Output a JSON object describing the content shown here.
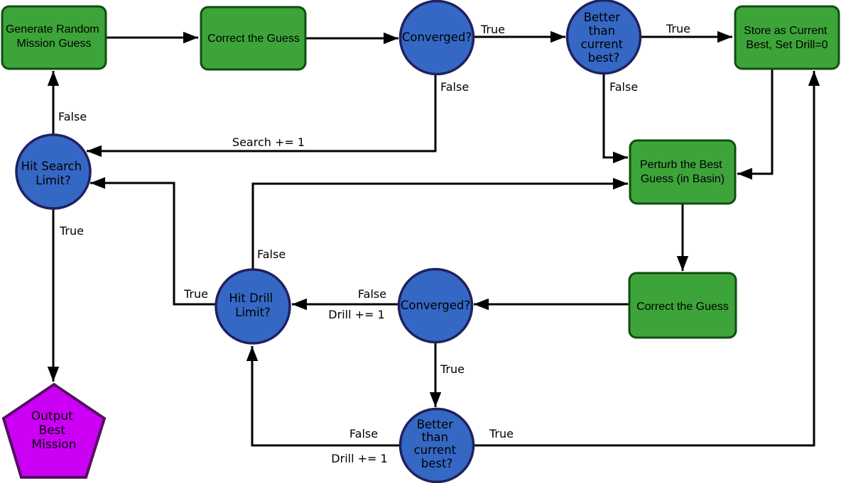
{
  "colors": {
    "background": "#FFFFFF",
    "process_fill": "#3DA43A",
    "process_border": "#114D11",
    "decision_fill": "#3568C4",
    "decision_border": "#21215F",
    "terminal_fill": "#CC00F5",
    "terminal_border": "#531061",
    "edge_color": "#000000",
    "text_color": "#000000"
  },
  "nodes": {
    "generate_random": {
      "type": "process",
      "lines": [
        "Generate Random",
        "Mission Guess"
      ]
    },
    "correct_guess_top": {
      "type": "process",
      "lines": [
        "Correct the Guess"
      ]
    },
    "converged_top": {
      "type": "decision",
      "lines": [
        "Converged?"
      ]
    },
    "better_top": {
      "type": "decision",
      "lines": [
        "Better",
        "than",
        "current",
        "best?"
      ]
    },
    "store_best": {
      "type": "process",
      "lines": [
        "Store as Current",
        "Best, Set Drill=0"
      ]
    },
    "hit_search": {
      "type": "decision",
      "lines": [
        "Hit Search",
        "Limit?"
      ]
    },
    "perturb": {
      "type": "process",
      "lines": [
        "Perturb the Best",
        "Guess (in Basin)"
      ]
    },
    "correct_guess_bottom": {
      "type": "process",
      "lines": [
        "Correct the Guess"
      ]
    },
    "hit_drill": {
      "type": "decision",
      "lines": [
        "Hit Drill",
        "Limit?"
      ]
    },
    "converged_bottom": {
      "type": "decision",
      "lines": [
        "Converged?"
      ]
    },
    "better_bottom": {
      "type": "decision",
      "lines": [
        "Better",
        "than",
        "current",
        "best?"
      ]
    },
    "output_best": {
      "type": "terminal",
      "lines": [
        "Output",
        "Best",
        "Mission"
      ]
    }
  },
  "edge_labels": {
    "converged_top_true": "True",
    "converged_top_false": "False",
    "search_increment": "Search += 1",
    "better_top_true": "True",
    "better_top_false": "False",
    "hit_drill_false": "False",
    "hit_drill_true": "True",
    "converged_bottom_false": "False",
    "drill_increment_top": "Drill += 1",
    "converged_bottom_true": "True",
    "better_bottom_false": "False",
    "drill_increment_bottom": "Drill += 1",
    "better_bottom_true": "True",
    "hit_search_false": "False",
    "hit_search_true": "True"
  }
}
